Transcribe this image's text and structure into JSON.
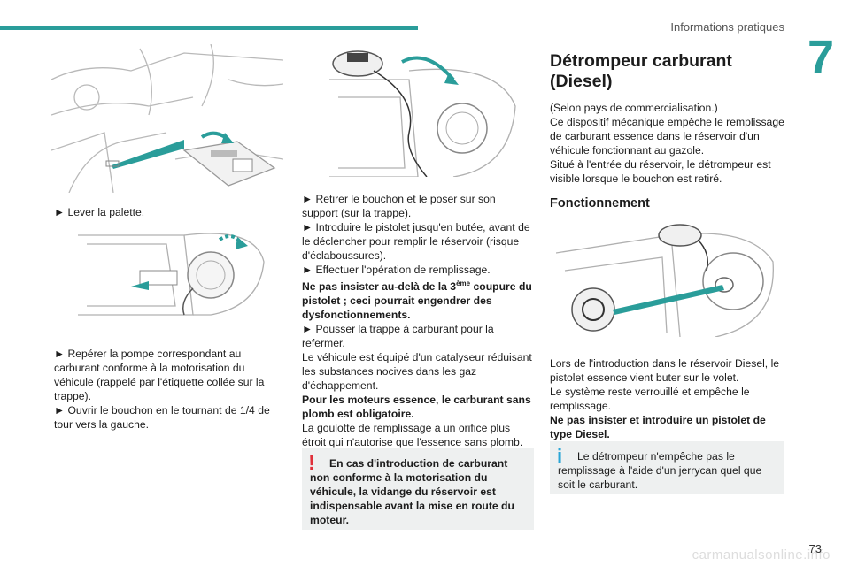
{
  "header": {
    "section_title": "Informations pratiques",
    "chapter_number": "7",
    "accent_color": "#2a9d9a"
  },
  "col1": {
    "step1": "► Lever la palette.",
    "para2": "► Repérer la pompe correspondant au carburant conforme à la motorisation du véhicule (rappelé par l'étiquette collée sur la trappe).",
    "para3": "► Ouvrir le bouchon en le tournant de 1/4 de tour vers la gauche."
  },
  "col2": {
    "l1": "► Retirer le bouchon et le poser sur son support (sur la trappe).",
    "l2": "► Introduire le pistolet jusqu'en butée, avant de le déclencher pour remplir le réservoir (risque d'éclaboussures).",
    "l3": "► Effectuer l'opération de remplissage.",
    "bold1_a": "Ne pas insister au-delà de la 3",
    "bold1_sup": "ème",
    "bold1_b": " coupure du pistolet ; ceci pourrait engendrer des dysfonctionnements.",
    "l4": "► Pousser la trappe à carburant pour la refermer.",
    "l5": "Le véhicule est équipé d'un catalyseur réduisant les substances nocives dans les gaz d'échappement.",
    "bold2": "Pour les moteurs essence, le carburant sans plomb est obligatoire.",
    "l6": "La goulotte de remplissage a un orifice plus étroit qui n'autorise que l'essence sans plomb.",
    "warning": "En cas d'introduction de carburant non conforme à la motorisation du véhicule, la vidange du réservoir est indispensable avant la mise en route du moteur."
  },
  "col3": {
    "title": "Détrompeur carburant (Diesel)",
    "intro1": "(Selon pays de commercialisation.)",
    "intro2": "Ce dispositif mécanique empêche le remplissage de carburant essence dans le réservoir d'un véhicule fonctionnant au gazole.",
    "intro3": "Situé à l'entrée du réservoir, le détrompeur est visible lorsque le bouchon est retiré.",
    "subtitle": "Fonctionnement",
    "f1": "Lors de l'introduction dans le réservoir Diesel, le pistolet essence vient buter sur le volet.",
    "f2": "Le système reste verrouillé et empêche le remplissage.",
    "bold": "Ne pas insister et introduire un pistolet de type Diesel.",
    "info": "Le détrompeur n'empêche pas le remplissage à l'aide d'un jerrycan quel que soit le carburant."
  },
  "footer": {
    "page_number": "73",
    "watermark": "carmanualsonline.info"
  }
}
